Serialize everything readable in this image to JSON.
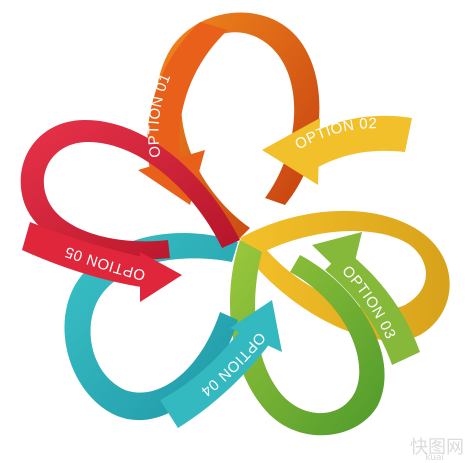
{
  "options": [
    {
      "label": "OPTION 01",
      "color": "#E85A1E"
    },
    {
      "label": "OPTION 02",
      "color": "#F0C42A"
    },
    {
      "label": "OPTION 03",
      "color": "#7FB33C"
    },
    {
      "label": "OPTION 04",
      "color": "#2FB7BD"
    },
    {
      "label": "OPTION 05",
      "color": "#E0263A"
    }
  ],
  "watermark": "快图网",
  "watermark_sub": "kuai"
}
